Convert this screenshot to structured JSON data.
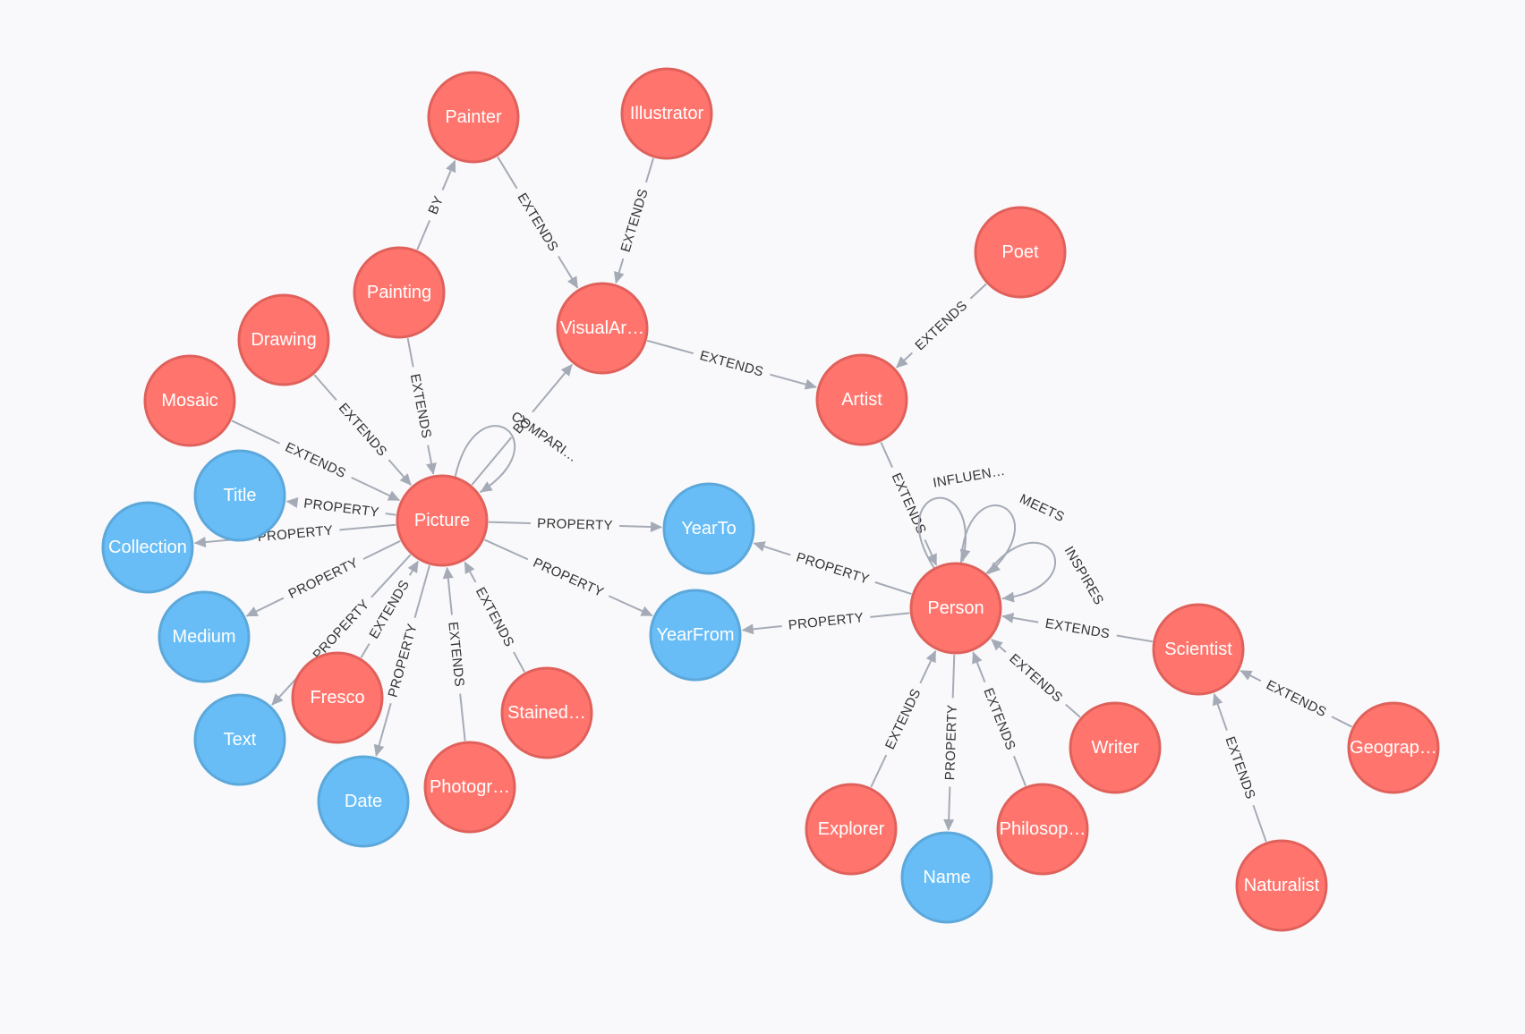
{
  "colors": {
    "label_node_fill": "#ff756e",
    "label_node_stroke": "#e0615b",
    "property_node_fill": "#68bdf6",
    "property_node_stroke": "#5ca8db",
    "edge": "#a5abb6",
    "background": "#f9f9fb"
  },
  "nodes": [
    {
      "id": "painter",
      "label": "Painter",
      "kind": "label"
    },
    {
      "id": "illustrator",
      "label": "Illustrator",
      "kind": "label"
    },
    {
      "id": "painting",
      "label": "Painting",
      "kind": "label"
    },
    {
      "id": "visualartist",
      "label": "VisualAr…",
      "kind": "label"
    },
    {
      "id": "poet",
      "label": "Poet",
      "kind": "label"
    },
    {
      "id": "drawing",
      "label": "Drawing",
      "kind": "label"
    },
    {
      "id": "mosaic",
      "label": "Mosaic",
      "kind": "label"
    },
    {
      "id": "artist",
      "label": "Artist",
      "kind": "label"
    },
    {
      "id": "title",
      "label": "Title",
      "kind": "property"
    },
    {
      "id": "picture",
      "label": "Picture",
      "kind": "label"
    },
    {
      "id": "yearto",
      "label": "YearTo",
      "kind": "property"
    },
    {
      "id": "collection",
      "label": "Collection",
      "kind": "property"
    },
    {
      "id": "person",
      "label": "Person",
      "kind": "label"
    },
    {
      "id": "medium",
      "label": "Medium",
      "kind": "property"
    },
    {
      "id": "yearfrom",
      "label": "YearFrom",
      "kind": "property"
    },
    {
      "id": "scientist",
      "label": "Scientist",
      "kind": "label"
    },
    {
      "id": "fresco",
      "label": "Fresco",
      "kind": "label"
    },
    {
      "id": "stained",
      "label": "Stained…",
      "kind": "label"
    },
    {
      "id": "text",
      "label": "Text",
      "kind": "property"
    },
    {
      "id": "writer",
      "label": "Writer",
      "kind": "label"
    },
    {
      "id": "geography",
      "label": "Geograp…",
      "kind": "label"
    },
    {
      "id": "photography",
      "label": "Photogr…",
      "kind": "label"
    },
    {
      "id": "date",
      "label": "Date",
      "kind": "property"
    },
    {
      "id": "explorer",
      "label": "Explorer",
      "kind": "label"
    },
    {
      "id": "philosopher",
      "label": "Philosop…",
      "kind": "label"
    },
    {
      "id": "name",
      "label": "Name",
      "kind": "property"
    },
    {
      "id": "naturalist",
      "label": "Naturalist",
      "kind": "label"
    }
  ],
  "edges": [
    {
      "from": "painting",
      "to": "painter",
      "label": "BY"
    },
    {
      "from": "painter",
      "to": "visualartist",
      "label": "EXTENDS"
    },
    {
      "from": "illustrator",
      "to": "visualartist",
      "label": "EXTENDS"
    },
    {
      "from": "painting",
      "to": "picture",
      "label": "EXTENDS"
    },
    {
      "from": "visualartist",
      "to": "artist",
      "label": "EXTENDS"
    },
    {
      "from": "poet",
      "to": "artist",
      "label": "EXTENDS"
    },
    {
      "from": "drawing",
      "to": "picture",
      "label": "EXTENDS"
    },
    {
      "from": "mosaic",
      "to": "picture",
      "label": "EXTENDS"
    },
    {
      "from": "picture",
      "to": "visualartist",
      "label": "BY"
    },
    {
      "from": "picture",
      "to": "title",
      "label": "PROPERTY"
    },
    {
      "from": "picture",
      "to": "collection",
      "label": "PROPERTY"
    },
    {
      "from": "picture",
      "to": "yearto",
      "label": "PROPERTY"
    },
    {
      "from": "picture",
      "to": "yearfrom",
      "label": "PROPERTY"
    },
    {
      "from": "picture",
      "to": "medium",
      "label": "PROPERTY"
    },
    {
      "from": "picture",
      "to": "text",
      "label": "PROPERTY"
    },
    {
      "from": "picture",
      "to": "date",
      "label": "PROPERTY"
    },
    {
      "from": "fresco",
      "to": "picture",
      "label": "EXTENDS"
    },
    {
      "from": "photography",
      "to": "picture",
      "label": "EXTENDS"
    },
    {
      "from": "stained",
      "to": "picture",
      "label": "EXTENDS"
    },
    {
      "from": "artist",
      "to": "person",
      "label": "EXTENDS"
    },
    {
      "from": "person",
      "to": "yearto",
      "label": "PROPERTY"
    },
    {
      "from": "person",
      "to": "yearfrom",
      "label": "PROPERTY"
    },
    {
      "from": "scientist",
      "to": "person",
      "label": "EXTENDS"
    },
    {
      "from": "writer",
      "to": "person",
      "label": "EXTENDS"
    },
    {
      "from": "explorer",
      "to": "person",
      "label": "EXTENDS"
    },
    {
      "from": "philosopher",
      "to": "person",
      "label": "EXTENDS"
    },
    {
      "from": "person",
      "to": "name",
      "label": "PROPERTY"
    },
    {
      "from": "geography",
      "to": "scientist",
      "label": "EXTENDS"
    },
    {
      "from": "naturalist",
      "to": "scientist",
      "label": "EXTENDS"
    }
  ],
  "self_loops": [
    {
      "node": "picture",
      "label": "COMPARI…"
    },
    {
      "node": "person",
      "label": "INFLUEN…"
    },
    {
      "node": "person",
      "label": "MEETS"
    },
    {
      "node": "person",
      "label": "INSPIRES"
    }
  ]
}
